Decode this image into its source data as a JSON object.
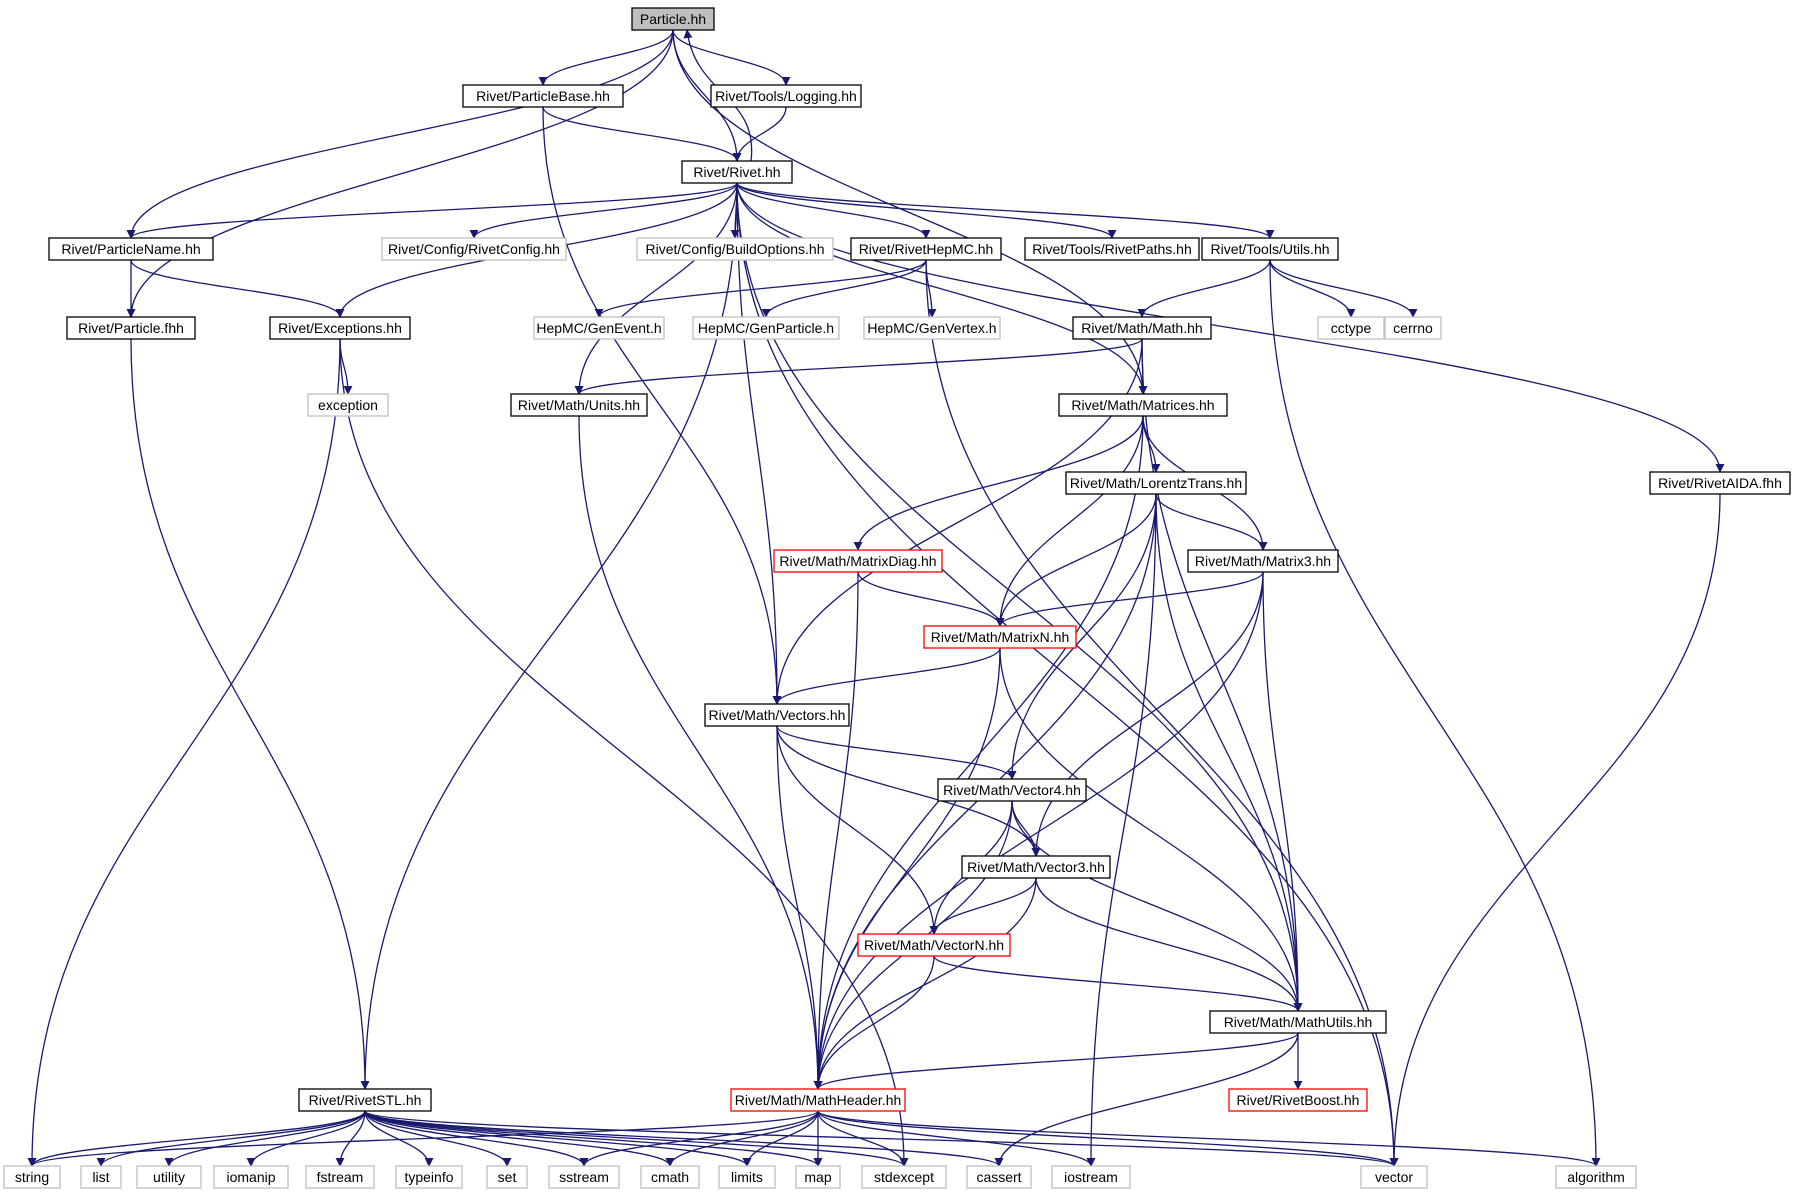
{
  "nodes": {
    "particle": {
      "label": "Particle.hh",
      "style": "root"
    },
    "particlebase": {
      "label": "Rivet/ParticleBase.hh",
      "style": "normal"
    },
    "logging": {
      "label": "Rivet/Tools/Logging.hh",
      "style": "normal"
    },
    "rivet": {
      "label": "Rivet/Rivet.hh",
      "style": "normal"
    },
    "particlename": {
      "label": "Rivet/ParticleName.hh",
      "style": "normal"
    },
    "rivetconfig": {
      "label": "Rivet/Config/RivetConfig.hh",
      "style": "external"
    },
    "buildoptions": {
      "label": "Rivet/Config/BuildOptions.hh",
      "style": "external"
    },
    "rivethepmc": {
      "label": "Rivet/RivetHepMC.hh",
      "style": "normal"
    },
    "rivetpaths": {
      "label": "Rivet/Tools/RivetPaths.hh",
      "style": "normal"
    },
    "utils": {
      "label": "Rivet/Tools/Utils.hh",
      "style": "normal"
    },
    "particlefhh": {
      "label": "Rivet/Particle.fhh",
      "style": "normal"
    },
    "exceptions": {
      "label": "Rivet/Exceptions.hh",
      "style": "normal"
    },
    "genevent": {
      "label": "HepMC/GenEvent.h",
      "style": "external"
    },
    "genparticle": {
      "label": "HepMC/GenParticle.h",
      "style": "external"
    },
    "genvertex": {
      "label": "HepMC/GenVertex.h",
      "style": "external"
    },
    "cctype": {
      "label": "cctype",
      "style": "external"
    },
    "cerrno": {
      "label": "cerrno",
      "style": "external"
    },
    "math": {
      "label": "Rivet/Math/Math.hh",
      "style": "normal"
    },
    "exception": {
      "label": "exception",
      "style": "external"
    },
    "units": {
      "label": "Rivet/Math/Units.hh",
      "style": "normal"
    },
    "matrices": {
      "label": "Rivet/Math/Matrices.hh",
      "style": "normal"
    },
    "lorentztrans": {
      "label": "Rivet/Math/LorentzTrans.hh",
      "style": "normal"
    },
    "rivetaida": {
      "label": "Rivet/RivetAIDA.fhh",
      "style": "normal"
    },
    "matrixdiag": {
      "label": "Rivet/Math/MatrixDiag.hh",
      "style": "truncated"
    },
    "matrix3": {
      "label": "Rivet/Math/Matrix3.hh",
      "style": "normal"
    },
    "matrixn": {
      "label": "Rivet/Math/MatrixN.hh",
      "style": "truncated"
    },
    "vectors": {
      "label": "Rivet/Math/Vectors.hh",
      "style": "normal"
    },
    "vector4": {
      "label": "Rivet/Math/Vector4.hh",
      "style": "normal"
    },
    "vector3": {
      "label": "Rivet/Math/Vector3.hh",
      "style": "normal"
    },
    "vectorn": {
      "label": "Rivet/Math/VectorN.hh",
      "style": "truncated"
    },
    "mathutils": {
      "label": "Rivet/Math/MathUtils.hh",
      "style": "normal"
    },
    "rivetstl": {
      "label": "Rivet/RivetSTL.hh",
      "style": "normal"
    },
    "mathheader": {
      "label": "Rivet/Math/MathHeader.hh",
      "style": "truncated"
    },
    "rivetboost": {
      "label": "Rivet/RivetBoost.hh",
      "style": "truncated"
    },
    "string": {
      "label": "string",
      "style": "external"
    },
    "list": {
      "label": "list",
      "style": "external"
    },
    "utility": {
      "label": "utility",
      "style": "external"
    },
    "iomanip": {
      "label": "iomanip",
      "style": "external"
    },
    "fstream": {
      "label": "fstream",
      "style": "external"
    },
    "typeinfo": {
      "label": "typeinfo",
      "style": "external"
    },
    "set": {
      "label": "set",
      "style": "external"
    },
    "sstream": {
      "label": "sstream",
      "style": "external"
    },
    "cmath": {
      "label": "cmath",
      "style": "external"
    },
    "limits": {
      "label": "limits",
      "style": "external"
    },
    "map": {
      "label": "map",
      "style": "external"
    },
    "stdexcept": {
      "label": "stdexcept",
      "style": "external"
    },
    "cassert": {
      "label": "cassert",
      "style": "external"
    },
    "iostream": {
      "label": "iostream",
      "style": "external"
    },
    "vector": {
      "label": "vector",
      "style": "external"
    },
    "algorithm": {
      "label": "algorithm",
      "style": "external"
    }
  },
  "edges": [
    [
      "particle",
      "particlebase"
    ],
    [
      "particle",
      "logging"
    ],
    [
      "particle",
      "rivet"
    ],
    [
      "particle",
      "particlename"
    ],
    [
      "particle",
      "particlefhh"
    ],
    [
      "particle",
      "matrices"
    ],
    [
      "particlebase",
      "rivet"
    ],
    [
      "particlebase",
      "vectors"
    ],
    [
      "logging",
      "rivet"
    ],
    [
      "rivet",
      "particle"
    ],
    [
      "rivet",
      "particlename"
    ],
    [
      "rivet",
      "rivetconfig"
    ],
    [
      "rivet",
      "buildoptions"
    ],
    [
      "rivet",
      "rivethepmc"
    ],
    [
      "rivet",
      "rivetpaths"
    ],
    [
      "rivet",
      "utils"
    ],
    [
      "rivet",
      "rivetaida"
    ],
    [
      "rivet",
      "exceptions"
    ],
    [
      "rivet",
      "units"
    ],
    [
      "rivet",
      "rivetstl"
    ],
    [
      "rivet",
      "vectors"
    ],
    [
      "rivet",
      "matrices"
    ],
    [
      "rivet",
      "mathutils"
    ],
    [
      "rivet",
      "vector"
    ],
    [
      "particlename",
      "particlefhh"
    ],
    [
      "particlename",
      "exceptions"
    ],
    [
      "particlefhh",
      "rivetstl"
    ],
    [
      "exceptions",
      "exception"
    ],
    [
      "exceptions",
      "string"
    ],
    [
      "exceptions",
      "stdexcept"
    ],
    [
      "rivethepmc",
      "genevent"
    ],
    [
      "rivethepmc",
      "genparticle"
    ],
    [
      "rivethepmc",
      "genvertex"
    ],
    [
      "rivethepmc",
      "vector"
    ],
    [
      "utils",
      "cctype"
    ],
    [
      "utils",
      "cerrno"
    ],
    [
      "utils",
      "math"
    ],
    [
      "utils",
      "algorithm"
    ],
    [
      "math",
      "units"
    ],
    [
      "math",
      "matrices"
    ],
    [
      "math",
      "vectors"
    ],
    [
      "math",
      "mathutils"
    ],
    [
      "units",
      "mathheader"
    ],
    [
      "matrices",
      "lorentztrans"
    ],
    [
      "matrices",
      "matrixdiag"
    ],
    [
      "matrices",
      "matrixn"
    ],
    [
      "matrices",
      "matrix3"
    ],
    [
      "matrices",
      "mathheader"
    ],
    [
      "lorentztrans",
      "matrix3"
    ],
    [
      "lorentztrans",
      "matrixn"
    ],
    [
      "lorentztrans",
      "vector4"
    ],
    [
      "lorentztrans",
      "mathutils"
    ],
    [
      "lorentztrans",
      "mathheader"
    ],
    [
      "lorentztrans",
      "iostream"
    ],
    [
      "matrixdiag",
      "matrixn"
    ],
    [
      "matrixdiag",
      "mathheader"
    ],
    [
      "matrix3",
      "matrixn"
    ],
    [
      "matrix3",
      "vector3"
    ],
    [
      "matrix3",
      "mathutils"
    ],
    [
      "matrix3",
      "mathheader"
    ],
    [
      "matrixn",
      "vectors"
    ],
    [
      "matrixn",
      "mathheader"
    ],
    [
      "matrixn",
      "mathutils"
    ],
    [
      "vectors",
      "vector4"
    ],
    [
      "vectors",
      "vector3"
    ],
    [
      "vectors",
      "vectorn"
    ],
    [
      "vectors",
      "mathheader"
    ],
    [
      "vector4",
      "vector3"
    ],
    [
      "vector4",
      "vectorn"
    ],
    [
      "vector4",
      "mathutils"
    ],
    [
      "vector4",
      "mathheader"
    ],
    [
      "vector3",
      "vectorn"
    ],
    [
      "vector3",
      "mathutils"
    ],
    [
      "vector3",
      "mathheader"
    ],
    [
      "vectorn",
      "mathutils"
    ],
    [
      "vectorn",
      "mathheader"
    ],
    [
      "mathutils",
      "mathheader"
    ],
    [
      "mathutils",
      "rivetboost"
    ],
    [
      "mathutils",
      "cassert"
    ],
    [
      "rivetaida",
      "vector"
    ],
    [
      "rivetstl",
      "string"
    ],
    [
      "rivetstl",
      "list"
    ],
    [
      "rivetstl",
      "utility"
    ],
    [
      "rivetstl",
      "iomanip"
    ],
    [
      "rivetstl",
      "fstream"
    ],
    [
      "rivetstl",
      "typeinfo"
    ],
    [
      "rivetstl",
      "set"
    ],
    [
      "rivetstl",
      "sstream"
    ],
    [
      "rivetstl",
      "cmath"
    ],
    [
      "rivetstl",
      "limits"
    ],
    [
      "rivetstl",
      "map"
    ],
    [
      "rivetstl",
      "stdexcept"
    ],
    [
      "rivetstl",
      "cassert"
    ],
    [
      "rivetstl",
      "vector"
    ],
    [
      "mathheader",
      "string"
    ],
    [
      "mathheader",
      "sstream"
    ],
    [
      "mathheader",
      "cmath"
    ],
    [
      "mathheader",
      "limits"
    ],
    [
      "mathheader",
      "map"
    ],
    [
      "mathheader",
      "stdexcept"
    ],
    [
      "mathheader",
      "iostream"
    ],
    [
      "mathheader",
      "vector"
    ],
    [
      "mathheader",
      "algorithm"
    ]
  ],
  "colors": {
    "edge": "#191970",
    "node_border": "#000000",
    "external_border": "#bfbfbf",
    "truncated_border": "#ff0000",
    "root_fill": "#bfbfbf",
    "node_fill": "#ffffff"
  }
}
